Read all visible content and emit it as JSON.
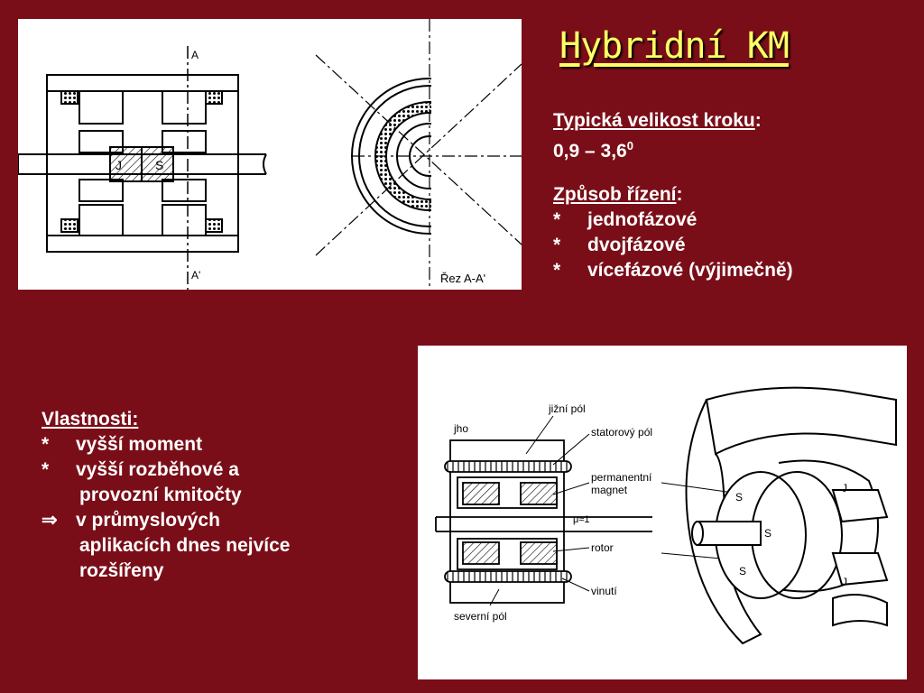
{
  "title": "Hybridní KM",
  "step_size": {
    "label": "Typická velikost kroku",
    "colon": ":",
    "value_main": "0,9 – 3,6",
    "value_sup": "0"
  },
  "control": {
    "label": "Způsob řízení",
    "colon": ":",
    "bullet": "*",
    "items": [
      "jednofázové",
      "dvojfázové",
      "vícefázové (výjimečně)"
    ]
  },
  "properties": {
    "label": "Vlastnosti:",
    "bullet": "*",
    "arrow": "⇒",
    "item1": "vyšší moment",
    "item2_line1": "vyšší rozběhové a",
    "item2_line2": "provozní kmitočty",
    "item3_line1": "v průmyslových",
    "item3_line2": "aplikacích dnes nejvíce",
    "item3_line3": "rozšířeny"
  },
  "drawing_top": {
    "label_a": "A",
    "label_a_prime": "A'",
    "label_j": "J",
    "label_s": "S",
    "section_label": "Řez A-A'"
  },
  "drawing_bottom": {
    "labels": {
      "jho": "jho",
      "jizni_pol": "jižní pól",
      "statorovy_pol": "statorový pól",
      "permanentni": "permanentní",
      "magnet": "magnet",
      "mu_r": "μ≈1",
      "rotor": "rotor",
      "vinuti": "vinutí",
      "severni_pol": "severní pól",
      "s": "S",
      "j": "J"
    }
  }
}
